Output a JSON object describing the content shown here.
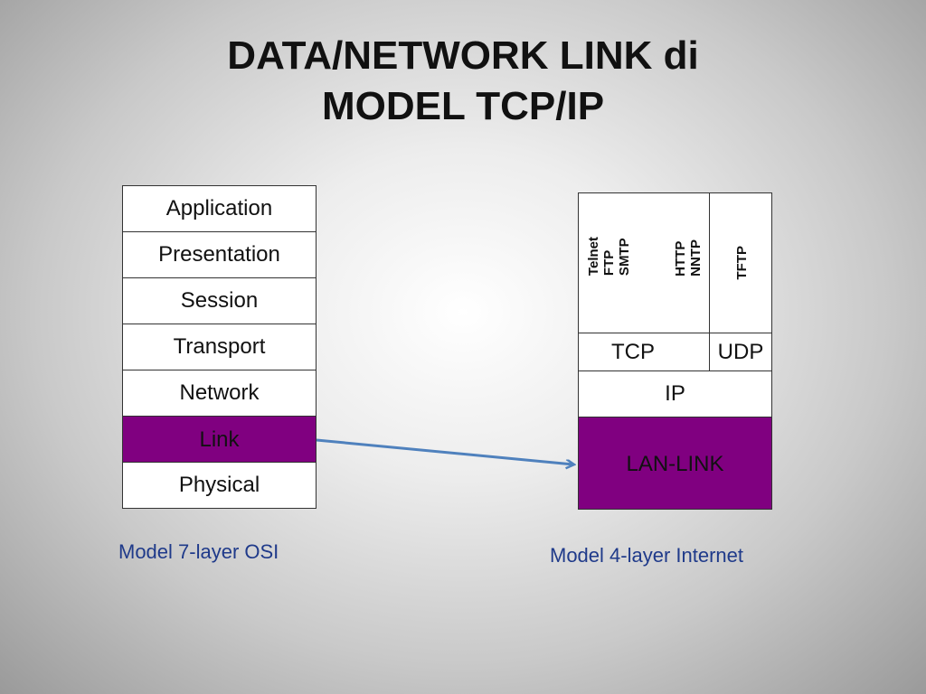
{
  "title": {
    "line1": "DATA/NETWORK LINK di",
    "line2": "MODEL TCP/IP"
  },
  "osi": {
    "layers": [
      "Application",
      "Presentation",
      "Session",
      "Transport",
      "Network",
      "Link",
      "Physical"
    ],
    "highlight": "Link",
    "caption": "Model 7-layer OSI"
  },
  "internet": {
    "app_protocols_group1": "Telnet\nFTP\nSMTP",
    "app_protocols_group2": "HTTP\nNNTP",
    "app_protocols_group3": "TFTP",
    "tcp": "TCP",
    "udp": "UDP",
    "ip": "IP",
    "link": "LAN-LINK",
    "caption": "Model 4-layer Internet"
  },
  "colors": {
    "highlight_fill": "#800080",
    "arrow": "#4f81bd",
    "caption_text": "#1f3a8a"
  }
}
